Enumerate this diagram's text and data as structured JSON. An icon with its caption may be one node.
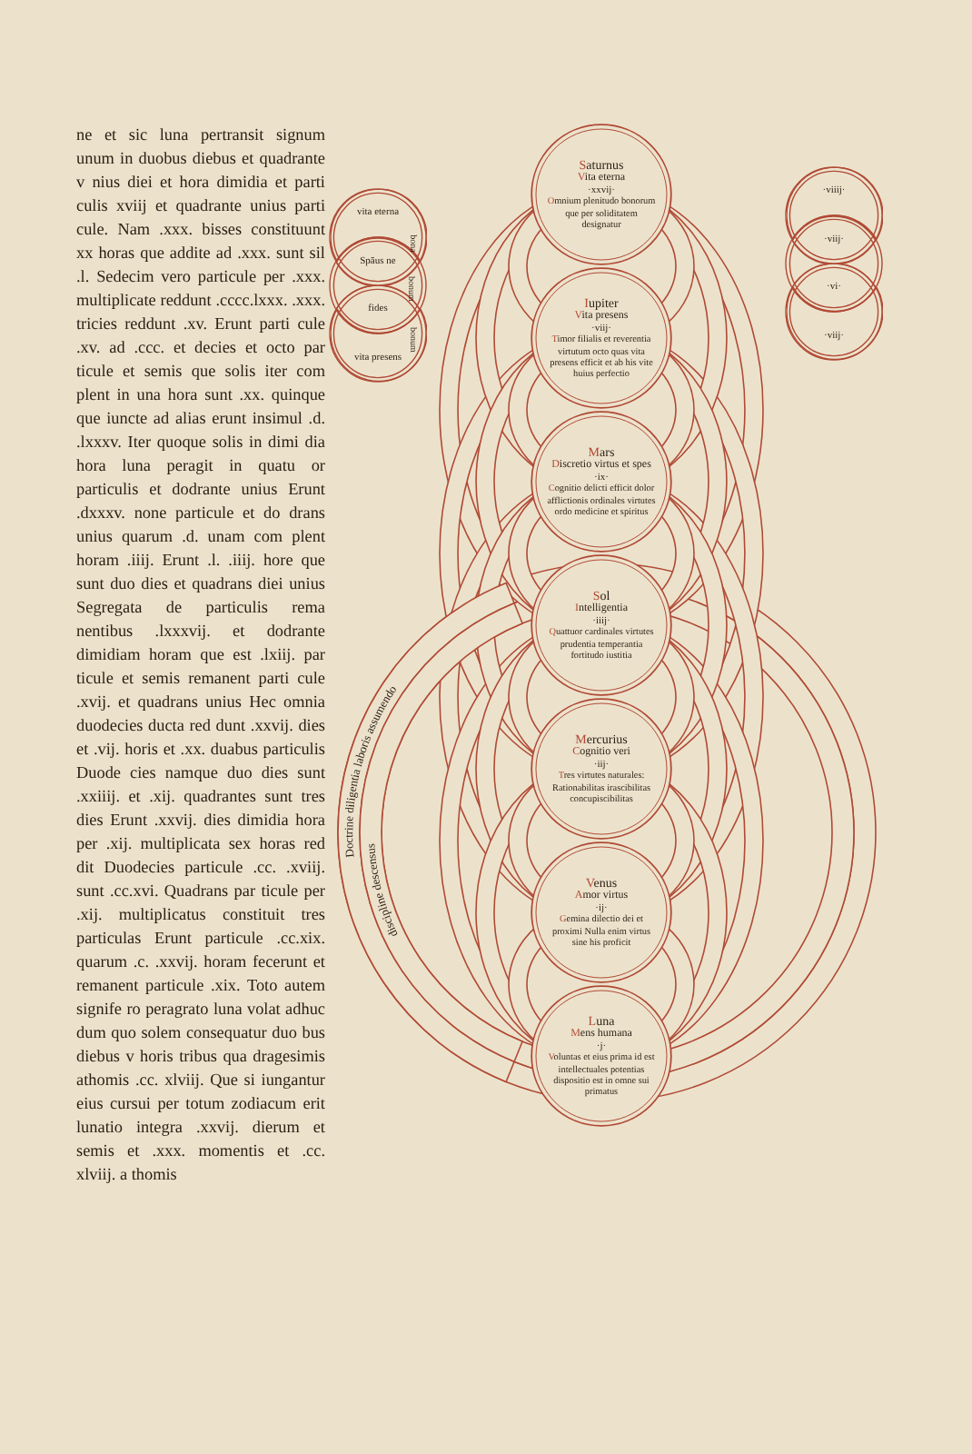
{
  "diagram": {
    "nodes": [
      {
        "text": [
          "Saturnus",
          "Vita eterna",
          "·xxvij·",
          "Omnium plenitudo bonorum que per soliditatem designatur"
        ]
      },
      {
        "text": [
          "Iupiter",
          "Vita presens",
          "·viij·",
          "Timor filialis et reverentia virtutum octo quas vita presens efficit et ab his vite huius perfectio"
        ]
      },
      {
        "text": [
          "Mars",
          "Discretio virtus et spes",
          "·ix·",
          "Cognitio delicti efficit dolor afflictionis ordinales virtutes ordo medicine et spiritus"
        ]
      },
      {
        "text": [
          "Sol",
          "Intelligentia",
          "·iiij·",
          "Quattuor cardinales virtutes prudentia temperantia fortitudo iustitia"
        ]
      },
      {
        "text": [
          "Mercurius",
          "Cognitio veri",
          "·iij·",
          "Tres virtutes naturales: Rationabilitas irascibilitas concupiscibilitas"
        ]
      },
      {
        "text": [
          "Venus",
          "Amor virtus",
          "·ij·",
          "Gemina dilectio dei et proximi Nulla enim virtus sine his proficit"
        ]
      },
      {
        "text": [
          "Luna",
          "Mens humana",
          "·j·",
          "Voluntas et eius prima id est intellectuales potentias dispositio est in omne sui primatus"
        ]
      },
      {
        "text": [
          "vita eterna"
        ]
      },
      {
        "text": [
          "Spāus ne"
        ]
      },
      {
        "text": [
          "fides"
        ]
      },
      {
        "text": [
          "vita presens"
        ]
      },
      {
        "text": [
          "·viiij·"
        ]
      },
      {
        "text": [
          "·viij·"
        ]
      },
      {
        "text": [
          "·vi·"
        ]
      },
      {
        "text": [
          "·viij·"
        ]
      }
    ],
    "labels": [
      "ne et sic luna pertransit signum unum in duobus diebus et quadrante v nius diei et hora dimidia et parti culis xviij et quadrante unius parti cule. Nam .xxx. bisses constituunt xx horas que addite ad .xxx. sunt sil .l. Sedecim vero particule per .xxx. multiplicate reddunt .cccc.lxxx. .xxx. tricies reddunt .xv. Erunt parti cule .xv. ad .ccc. et decies et octo par ticule et semis que solis iter com plent in una hora sunt .xx. quinque que iuncte ad alias erunt insimul .d. .lxxxv. Iter quoque solis in dimi dia hora luna peragit in quatu or particulis et dodrante unius Erunt .dxxxv. none particule et do drans unius quarum .d. unam com plent horam .iiij. Erunt .l. .iiij. hore que sunt duo dies et quadrans diei unius Segregata de particulis rema nentibus .lxxxvij. et dodrante dimidiam horam que est .lxiij. par ticule et semis remanent parti cule .xvij. et quadrans unius Hec omnia duodecies ducta red dunt .xxvij. dies et .vij. horis et .xx. duabus particulis Duode cies namque duo dies sunt .xxiiij. et .xij. quadrantes sunt tres dies Erunt .xxvij. dies dimidia hora per .xij. multiplicata sex horas red dit Duodecies particule .cc. .xviij. sunt .cc.xvi. Quadrans par ticule per .xij. multiplicatus constituit tres particulas Erunt particule .cc.xix. quarum .c. .xxvij. horam fecerunt et remanent particule .xix. Toto autem signife ro peragrato luna volat adhuc dum quo solem consequatur duo bus diebus v horis tribus qua dragesimis athomis .cc. xlviij. Que si iungantur eius cursui per totum zodiacum erit lunatio integra .xxvij. dierum et semis et .xxx. momentis et .cc. xlviij. a thomis",
      "bona",
      "bonum",
      "bonum",
      "Doctrine diligentia laboris assumendo",
      "discipline descensus"
    ]
  }
}
